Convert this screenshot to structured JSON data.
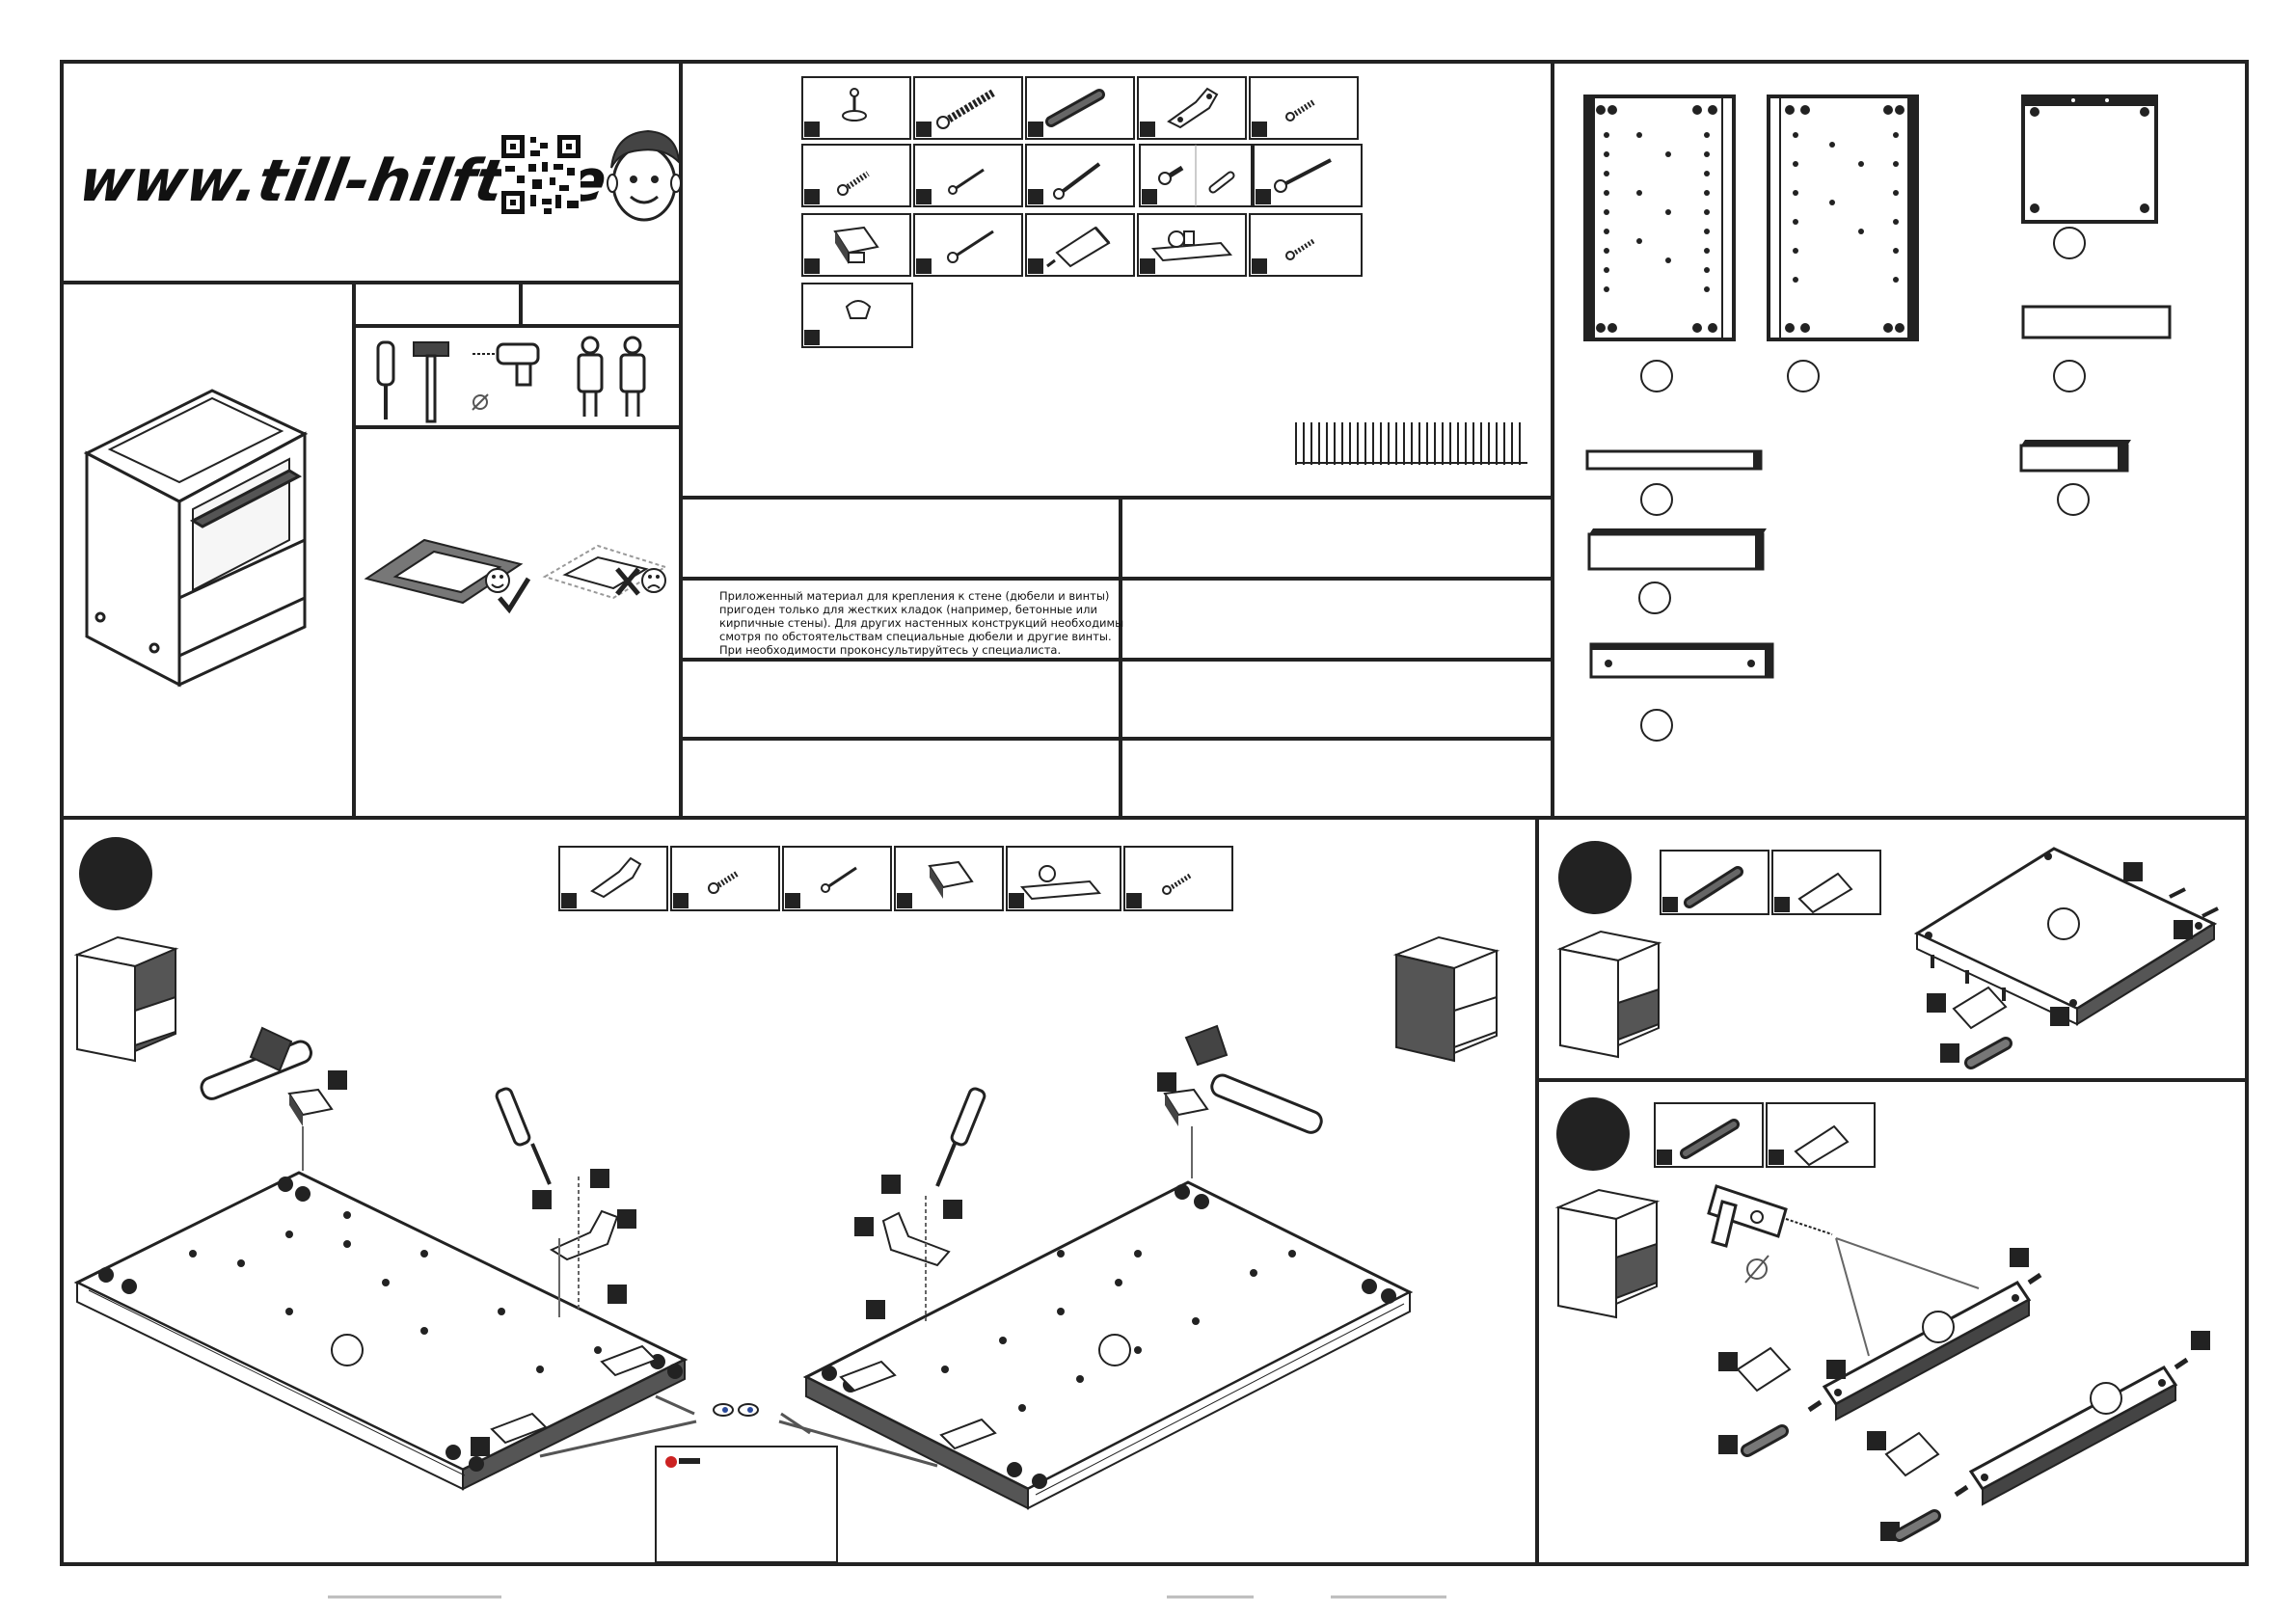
{
  "header": {
    "website": "www.till-hilft.de"
  },
  "notice": {
    "lines": [
      "Приложенный материал для крепления к стене (дюбели и винты)",
      "пригоден только для жестких кладок (например, бетонные или",
      "кирпичные стены). Для других настенных конструкций необходимы",
      "смотря по обстоятельствам специальные дюбели и другие винты.",
      "При необходимости проконсультируйтесь у специалиста."
    ]
  },
  "sheet": {
    "border_color": "#222222",
    "fill_dark": "#222222",
    "panel_gray": "#555555"
  }
}
